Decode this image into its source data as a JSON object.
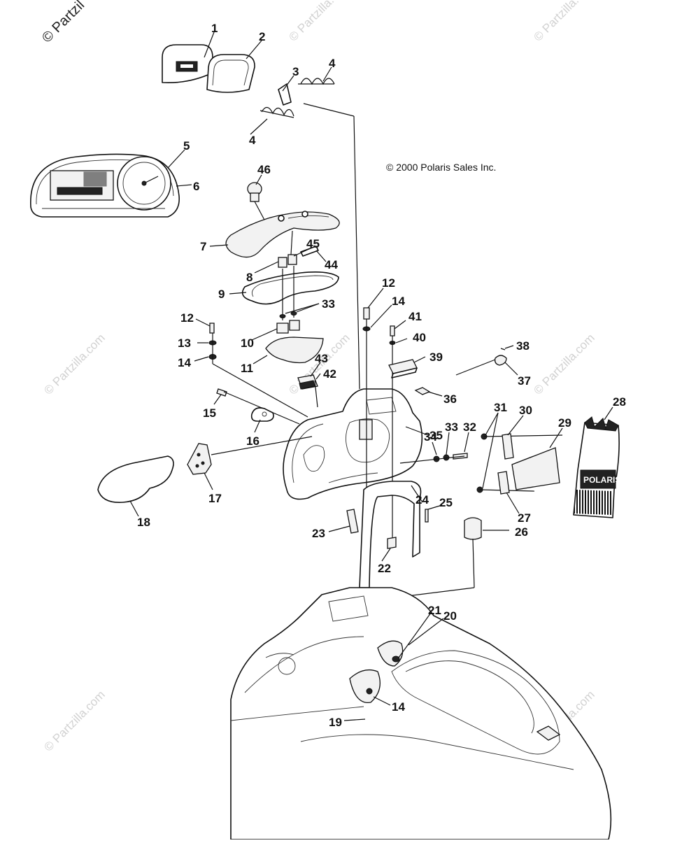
{
  "copyright": "© 2000 Polaris Sales Inc.",
  "corner_watermark": "© Partzil",
  "watermark_text": "© Partzilla.com",
  "decal_text": "POLARIS",
  "labels": [
    "1",
    "2",
    "3",
    "4",
    "4",
    "5",
    "6",
    "46",
    "7",
    "45",
    "8",
    "44",
    "9",
    "12",
    "14",
    "33",
    "12",
    "41",
    "13",
    "10",
    "40",
    "14",
    "38",
    "11",
    "39",
    "43",
    "42",
    "37",
    "36",
    "28",
    "15",
    "35",
    "31",
    "30",
    "16",
    "33",
    "32",
    "29",
    "34",
    "17",
    "18",
    "25",
    "24",
    "27",
    "26",
    "23",
    "22",
    "21",
    "20",
    "19",
    "14"
  ]
}
